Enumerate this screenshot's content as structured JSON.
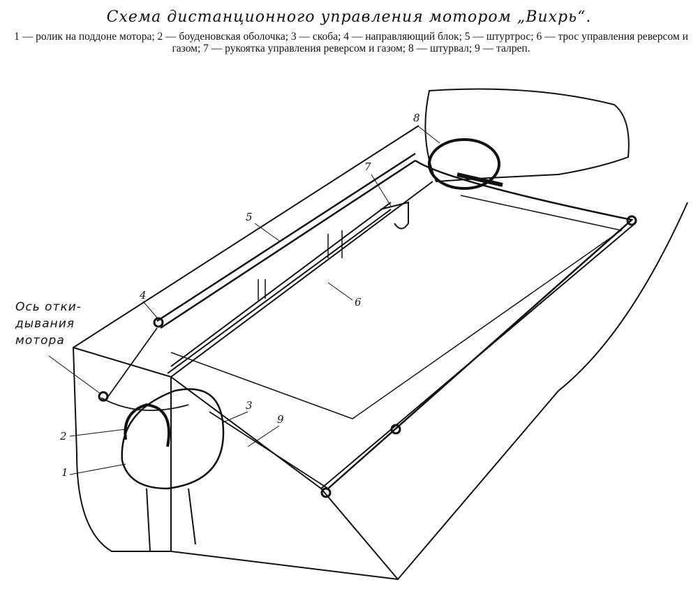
{
  "title": "Схема дистанционного управления мотором „Вихрь“.",
  "caption": "1 — ролик на поддоне мотора; 2 — боуденовская оболочка; 3 — скоба; 4 — направляющий блок; 5 — штуртрос; 6 — трос управления реверсом и газом; 7 — рукоятка управления реверсом и газом; 8 — штурвал; 9 — талреп.",
  "axis_label": [
    "Ось отки-",
    "дывания",
    "мотора"
  ],
  "callouts": {
    "n1": "1",
    "n2": "2",
    "n3": "3",
    "n4": "4",
    "n5": "5",
    "n6": "6",
    "n7": "7",
    "n8": "8",
    "n9": "9"
  }
}
